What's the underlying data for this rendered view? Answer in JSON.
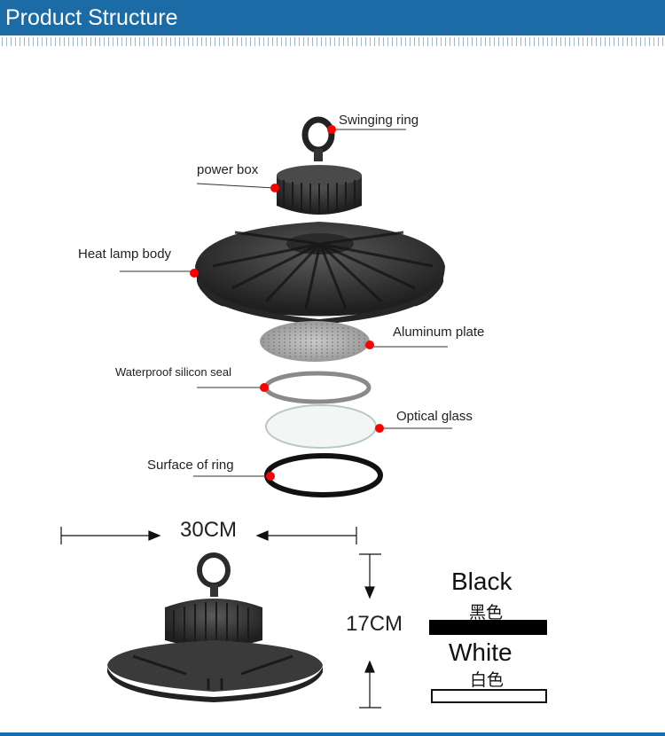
{
  "header": {
    "title": "Product Structure"
  },
  "parts": {
    "swinging_ring": "Swinging ring",
    "power_box": "power box",
    "heat_lamp_body": "Heat  lamp  body",
    "aluminum_plate": "Aluminum plate",
    "waterproof_seal": "Waterproof silicon seal",
    "optical_glass": "Optical  glass",
    "surface_of_ring": "Surface  of  ring"
  },
  "dimensions": {
    "width": "30CM",
    "height": "17CM"
  },
  "colors": {
    "black": {
      "name": "Black",
      "cn": "黑色",
      "swatch": "#000000"
    },
    "white": {
      "name": "White",
      "cn": "白色",
      "swatch": "#ffffff"
    }
  },
  "theme": {
    "header_bg": "#1b6ca6",
    "marker": "#ff0000"
  }
}
